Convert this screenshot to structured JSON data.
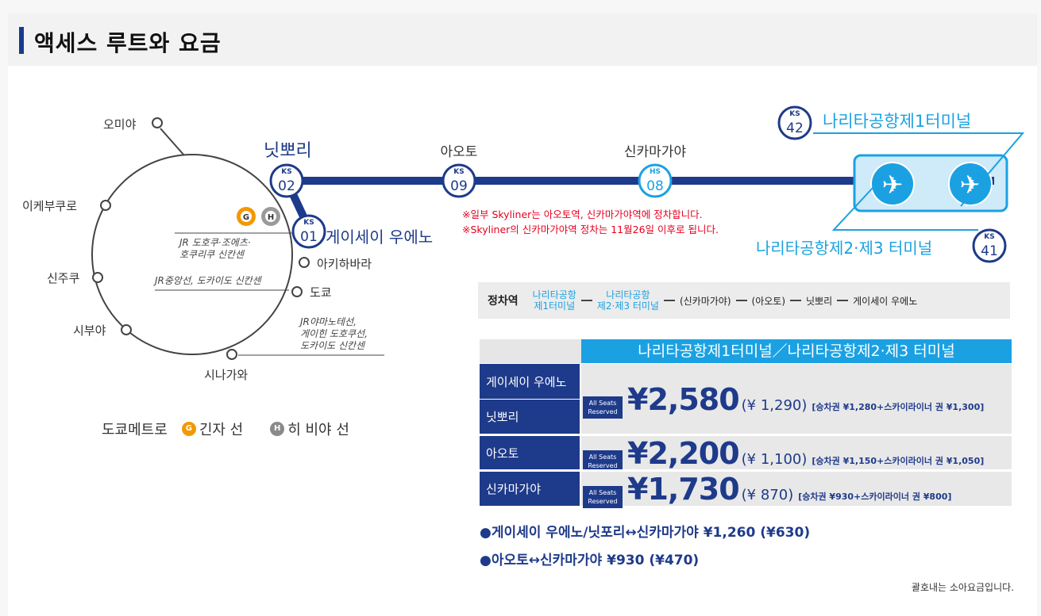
{
  "header": {
    "title": "액세스 루트와 요금"
  },
  "colors": {
    "navy": "#1e3a8a",
    "sky": "#1ba1e2",
    "ginza": "#f39800",
    "hibiya": "#9a9a9a",
    "note_red": "#e5001f"
  },
  "map": {
    "loop_stations": {
      "omiya": "오미야",
      "ikebukuro": "이케부쿠로",
      "shinjuku": "신주쿠",
      "shibuya": "시부야",
      "shinagawa": "시나가와",
      "akihabara": "아키하바라",
      "tokyo": "도쿄"
    },
    "line_labels": {
      "jr_joetsu_1": "JR 도호쿠·조에츠·",
      "jr_joetsu_2": "호쿠리쿠 신칸센",
      "jr_chuo": "JR중앙선, 도카이도 신칸센",
      "jr_yamanote_1": "JR야마노테선,",
      "jr_yamanote_2": "게이힌 도호쿠선,",
      "jr_yamanote_3": "도카이도 신칸센"
    },
    "skyliner_stations": {
      "nippori": {
        "name": "닛뽀리",
        "line": "KS",
        "num": "02"
      },
      "ueno": {
        "name": "게이세이 우에노",
        "line": "KS",
        "num": "01"
      },
      "aoto": {
        "name": "아오토",
        "line": "KS",
        "num": "09"
      },
      "shinkamagaya": {
        "name": "신카마가야",
        "line": "HS",
        "num": "08"
      },
      "t1": {
        "name": "나리타공항제1터미널",
        "line": "KS",
        "num": "42"
      },
      "t23": {
        "name": "나리타공항제2·제3 터미널",
        "line": "KS",
        "num": "41"
      }
    },
    "metro_badges": {
      "ginza": "G",
      "hibiya": "H"
    },
    "legend": {
      "label": "도쿄메트로",
      "ginza": "긴자 선",
      "hibiya": "히 비야 선"
    }
  },
  "notes": {
    "line1": "※일부 Skyliner는 아오토역, 신카마가야역에 정차합니다.",
    "line2": "※Skyliner의 신카마가야역 정차는 11월26일 이후로 됩니다."
  },
  "stops": {
    "label": "정차역",
    "t1_a": "나리타공항",
    "t1_b": "제1터미널",
    "t23_a": "나리타공항",
    "t23_b": "제2·제3 터미널",
    "rest_1": "(신카마가야)",
    "rest_2": "(아오토)",
    "rest_3": "닛뽀리",
    "rest_4": "게이세이 우에노"
  },
  "fare_table": {
    "header": "나리타공항제1터미널／나리타공항제2·제3 터미널",
    "badge": {
      "line1": "All Seats",
      "line2": "Reserved"
    },
    "rows": [
      {
        "stations": [
          "게이세이 우에노",
          "닛뽀리"
        ],
        "price": "¥2,580",
        "child": "(¥ 1,290)",
        "detail": "[승차권 ¥1,280+스카이라이너 권 ¥1,300]"
      },
      {
        "stations": [
          "아오토"
        ],
        "price": "¥2,200",
        "child": "(¥ 1,100)",
        "detail": "[승차권 ¥1,150+스카이라이너 권 ¥1,050]"
      },
      {
        "stations": [
          "신카마가야"
        ],
        "price": "¥1,730",
        "child": "(¥ 870)",
        "detail": "[승차권 ¥930+스카이라이너 권 ¥800]"
      }
    ]
  },
  "extra_fares": {
    "line1": "●게이세이 우에노/닛포리↔신카마가야 ¥1,260 (¥630)",
    "line2": "●아오토↔신카마가야 ¥930 (¥470)"
  },
  "footnote": "괄호내는 소아요금입니다."
}
